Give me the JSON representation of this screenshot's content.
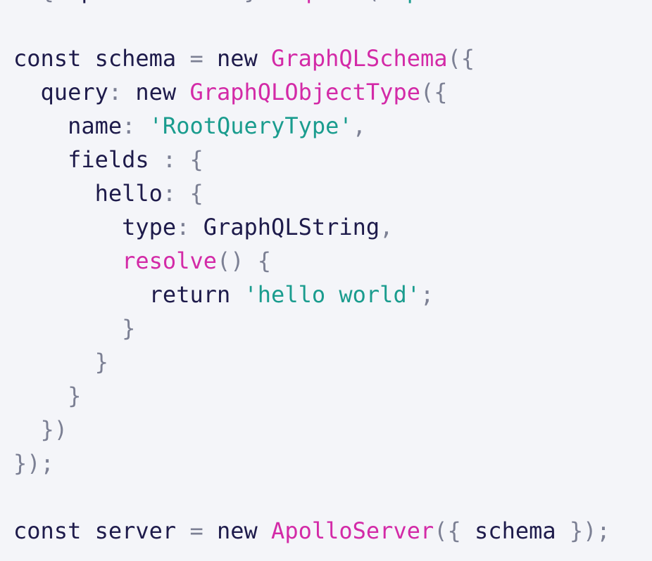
{
  "colors": {
    "background": "#f4f5f9",
    "keyword": "#1e1b4b",
    "plain": "#1e1b4b",
    "punctuation": "#7c8094",
    "class_name": "#d32aa7",
    "string": "#1a9c8e",
    "function": "#d32aa7"
  },
  "code": {
    "lines": [
      [
        {
          "t": "  ",
          "k": "plain"
        },
        {
          "t": "{",
          "k": "punct"
        },
        {
          "t": " ",
          "k": "plain"
        },
        {
          "t": "ApolloServer",
          "k": "plain"
        },
        {
          "t": " ",
          "k": "plain"
        },
        {
          "t": "}",
          "k": "punct"
        },
        {
          "t": " ",
          "k": "plain"
        },
        {
          "t": "require",
          "k": "func"
        },
        {
          "t": "(",
          "k": "punct"
        },
        {
          "t": "'apollo-server'",
          "k": "string"
        }
      ],
      [],
      [
        {
          "t": "const",
          "k": "keyword"
        },
        {
          "t": " schema ",
          "k": "plain"
        },
        {
          "t": "=",
          "k": "punct"
        },
        {
          "t": " ",
          "k": "plain"
        },
        {
          "t": "new",
          "k": "keyword"
        },
        {
          "t": " ",
          "k": "plain"
        },
        {
          "t": "GraphQLSchema",
          "k": "class"
        },
        {
          "t": "({",
          "k": "punct"
        }
      ],
      [
        {
          "t": "  query",
          "k": "prop"
        },
        {
          "t": ":",
          "k": "punct"
        },
        {
          "t": " ",
          "k": "plain"
        },
        {
          "t": "new",
          "k": "keyword"
        },
        {
          "t": " ",
          "k": "plain"
        },
        {
          "t": "GraphQLObjectType",
          "k": "class"
        },
        {
          "t": "({",
          "k": "punct"
        }
      ],
      [
        {
          "t": "    name",
          "k": "prop"
        },
        {
          "t": ":",
          "k": "punct"
        },
        {
          "t": " ",
          "k": "plain"
        },
        {
          "t": "'RootQueryType'",
          "k": "string"
        },
        {
          "t": ",",
          "k": "punct"
        }
      ],
      [
        {
          "t": "    fields ",
          "k": "prop"
        },
        {
          "t": ":",
          "k": "punct"
        },
        {
          "t": " ",
          "k": "plain"
        },
        {
          "t": "{",
          "k": "punct"
        }
      ],
      [
        {
          "t": "      hello",
          "k": "prop"
        },
        {
          "t": ":",
          "k": "punct"
        },
        {
          "t": " ",
          "k": "plain"
        },
        {
          "t": "{",
          "k": "punct"
        }
      ],
      [
        {
          "t": "        type",
          "k": "prop"
        },
        {
          "t": ":",
          "k": "punct"
        },
        {
          "t": " GraphQLString",
          "k": "plain"
        },
        {
          "t": ",",
          "k": "punct"
        }
      ],
      [
        {
          "t": "        ",
          "k": "plain"
        },
        {
          "t": "resolve",
          "k": "func"
        },
        {
          "t": "()",
          "k": "punct"
        },
        {
          "t": " ",
          "k": "plain"
        },
        {
          "t": "{",
          "k": "punct"
        }
      ],
      [
        {
          "t": "          ",
          "k": "plain"
        },
        {
          "t": "return",
          "k": "keyword"
        },
        {
          "t": " ",
          "k": "plain"
        },
        {
          "t": "'hello world'",
          "k": "string"
        },
        {
          "t": ";",
          "k": "punct"
        }
      ],
      [
        {
          "t": "        ",
          "k": "plain"
        },
        {
          "t": "}",
          "k": "punct"
        }
      ],
      [
        {
          "t": "      ",
          "k": "plain"
        },
        {
          "t": "}",
          "k": "punct"
        }
      ],
      [
        {
          "t": "    ",
          "k": "plain"
        },
        {
          "t": "}",
          "k": "punct"
        }
      ],
      [
        {
          "t": "  ",
          "k": "plain"
        },
        {
          "t": "})",
          "k": "punct"
        }
      ],
      [
        {
          "t": "});",
          "k": "punct"
        }
      ],
      [],
      [
        {
          "t": "const",
          "k": "keyword"
        },
        {
          "t": " server ",
          "k": "plain"
        },
        {
          "t": "=",
          "k": "punct"
        },
        {
          "t": " ",
          "k": "plain"
        },
        {
          "t": "new",
          "k": "keyword"
        },
        {
          "t": " ",
          "k": "plain"
        },
        {
          "t": "ApolloServer",
          "k": "class"
        },
        {
          "t": "({",
          "k": "punct"
        },
        {
          "t": " schema ",
          "k": "plain"
        },
        {
          "t": "});",
          "k": "punct"
        }
      ]
    ]
  }
}
